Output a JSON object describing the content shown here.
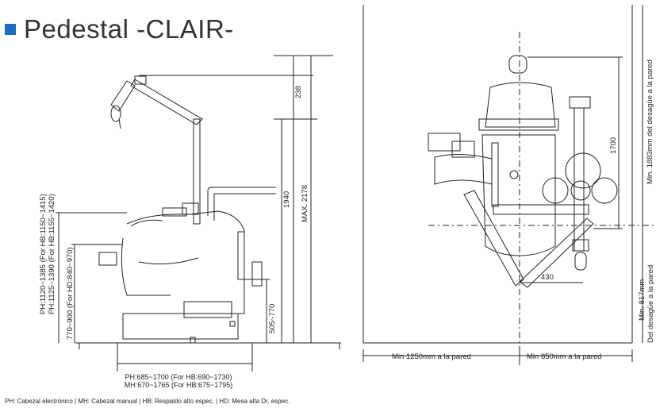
{
  "title": "Pedestal -CLAIR-",
  "colors": {
    "accent": "#1a6fc4",
    "line": "#222222"
  },
  "left_view": {
    "dim_top": "238",
    "dim_height": "1940",
    "dim_max": "MAX. 2178",
    "dim_ph_mh_1": "PH:1120~1385 (For HB:1150~1415)",
    "dim_ph_mh_2": "PH:1125~1390 (For HB:1155~1420)",
    "dim_hd": "770~900 (For HD:840~970)",
    "dim_505": "505~770",
    "caption_1": "PH:685~1700 (For HB:690~1730)",
    "caption_2": "MH:670~1765 (For HB:675~1795)"
  },
  "right_view": {
    "dim_1700": "1700",
    "dim_430": "430",
    "wall_left": "Min 1250mm a la pared",
    "wall_right": "Min 850mm a la pared",
    "side_1883": "Min. 1883mm del desagüe a la pared",
    "side_817_a": "Min. 817mm",
    "side_817_b": "Del desagüe a la pared"
  },
  "footnote": "PH: Cabezal electrónico | MH: Cabezal manual | HB: Respaldo alto espec. | HD: Mesa alta Dr. espec."
}
